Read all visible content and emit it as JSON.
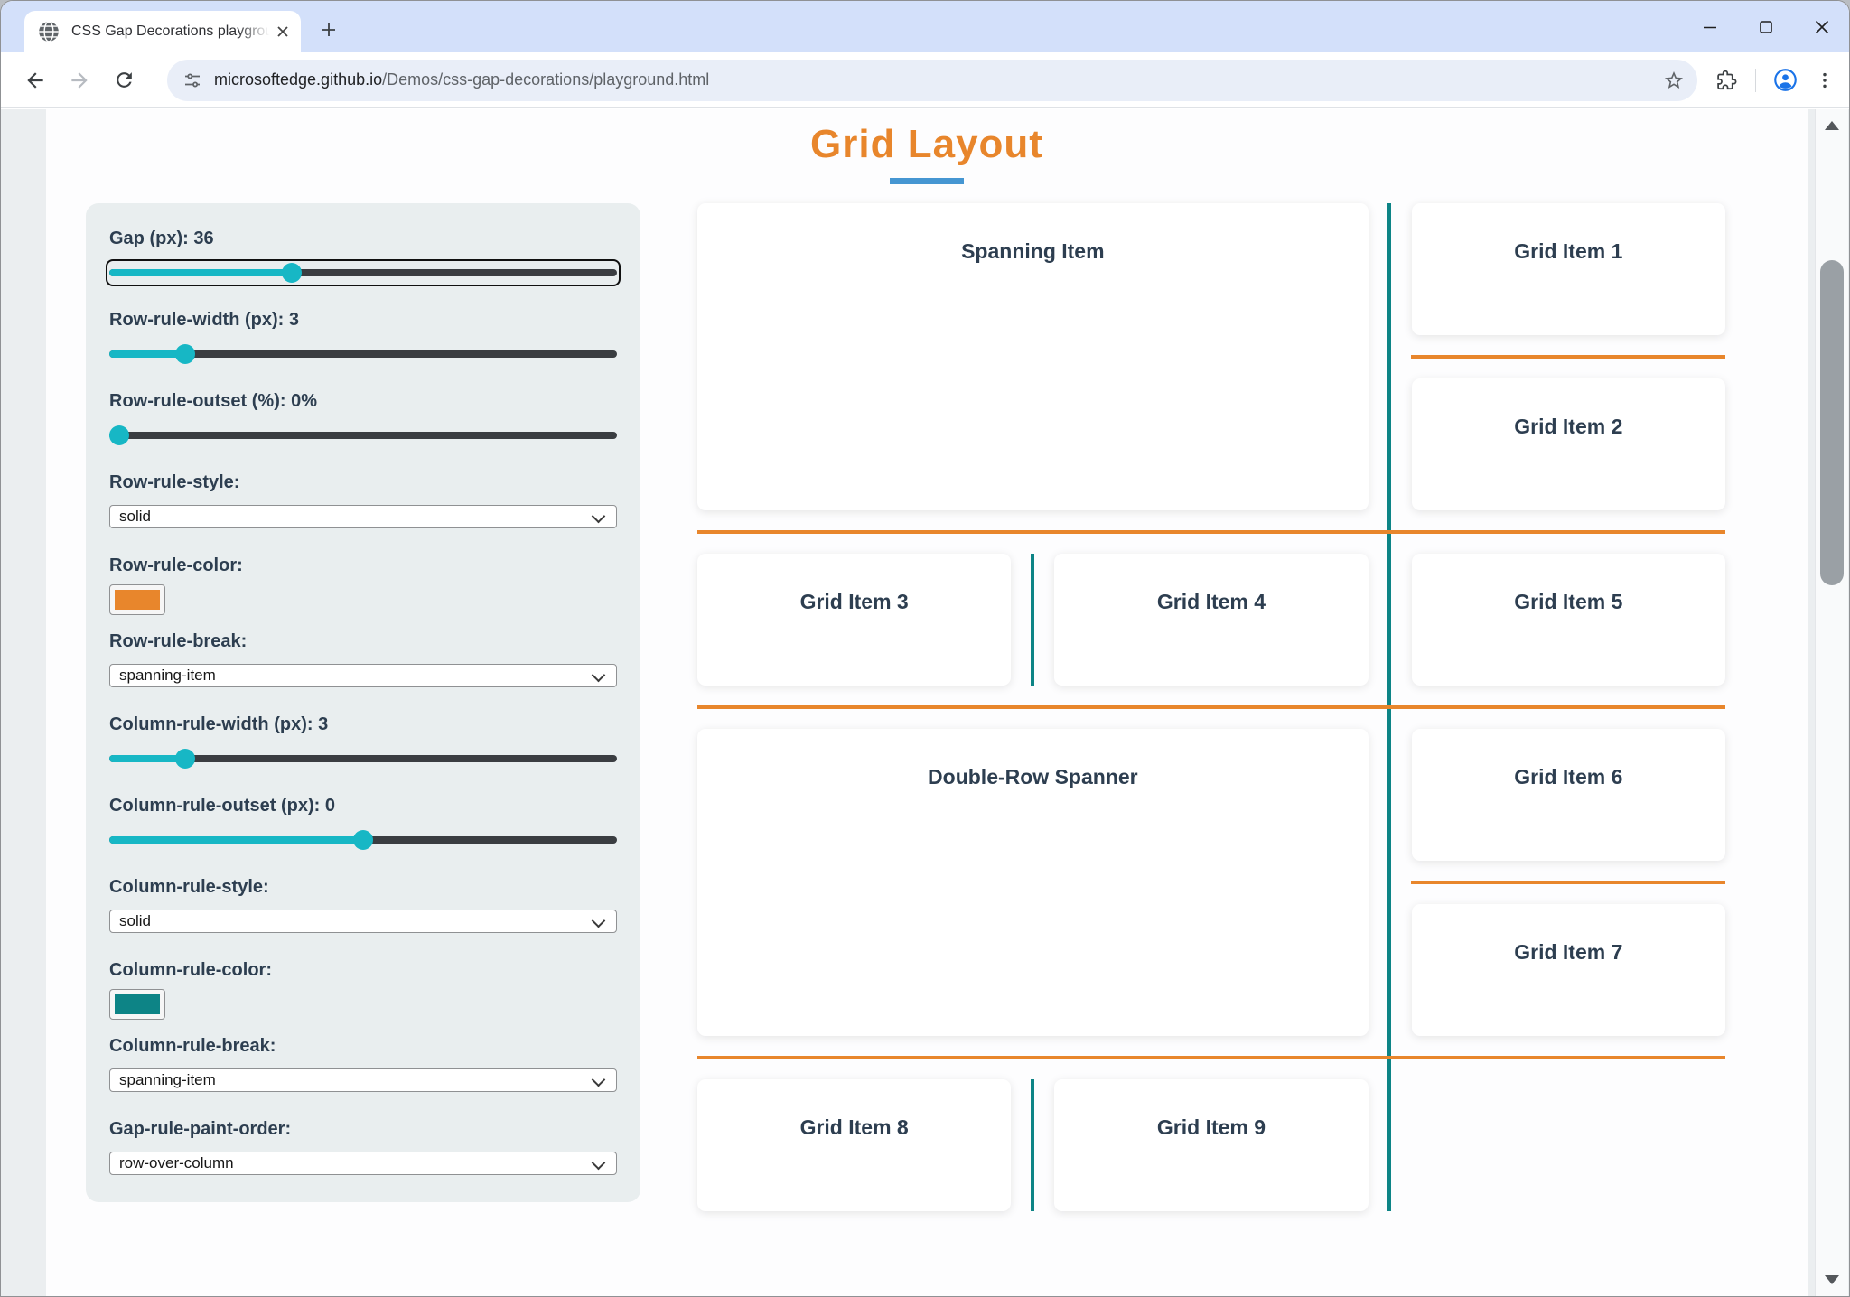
{
  "browser": {
    "tab_title": "CSS Gap Decorations playgroun",
    "url_domain": "microsoftedge.github.io",
    "url_path": "/Demos/css-gap-decorations/playground.html",
    "toolbar_icons": [
      "back-arrow",
      "forward-arrow",
      "reload",
      "site-settings",
      "bookmark-star",
      "extensions",
      "profile",
      "menu"
    ],
    "window_controls": [
      "minimize",
      "maximize",
      "close"
    ]
  },
  "page": {
    "title": "Grid Layout",
    "colors": {
      "title_orange": "#e8862c",
      "underline_blue": "#4596d2",
      "row_rule_color": "#e8862c",
      "column_rule_color": "#0d8486",
      "slider_accent": "#17b7c5",
      "text_navy": "#2d3e50",
      "panel_bg": "#e9eeef"
    },
    "panel": {
      "fields": [
        {
          "label": "Gap (px): 36",
          "type": "range",
          "fill": "36%"
        },
        {
          "label": "Row-rule-width (px): 3",
          "type": "range",
          "fill": "15%"
        },
        {
          "label": "Row-rule-outset (%): 0%",
          "type": "range",
          "fill": "2%"
        },
        {
          "label": "Row-rule-style:",
          "type": "select",
          "value": "solid"
        },
        {
          "label": "Row-rule-color:",
          "type": "color",
          "value": "#e8862c"
        },
        {
          "label": "Row-rule-break:",
          "type": "select",
          "value": "spanning-item"
        },
        {
          "label": "Column-rule-width (px): 3",
          "type": "range",
          "fill": "15%"
        },
        {
          "label": "Column-rule-outset (px): 0",
          "type": "range",
          "fill": "50%"
        },
        {
          "label": "Column-rule-style:",
          "type": "select",
          "value": "solid"
        },
        {
          "label": "Column-rule-color:",
          "type": "color",
          "value": "#0d8486"
        },
        {
          "label": "Column-rule-break:",
          "type": "select",
          "value": "spanning-item"
        },
        {
          "label": "Gap-rule-paint-order:",
          "type": "select",
          "value": "row-over-column"
        }
      ]
    },
    "grid": {
      "items": [
        {
          "label": "Spanning Item"
        },
        {
          "label": "Grid Item 1"
        },
        {
          "label": "Grid Item 2"
        },
        {
          "label": "Grid Item 3"
        },
        {
          "label": "Grid Item 4"
        },
        {
          "label": "Grid Item 5"
        },
        {
          "label": "Double-Row Spanner"
        },
        {
          "label": "Grid Item 6"
        },
        {
          "label": "Grid Item 7"
        },
        {
          "label": "Grid Item 8"
        },
        {
          "label": "Grid Item 9"
        }
      ]
    }
  }
}
